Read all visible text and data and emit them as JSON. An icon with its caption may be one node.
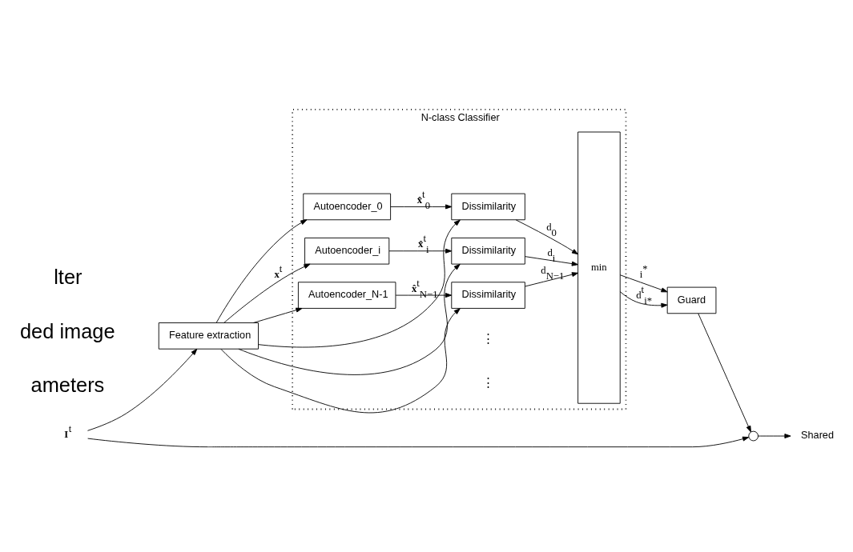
{
  "diagram": {
    "nodes": [
      {
        "text": [
          "N-class Classifier"
        ]
      },
      {
        "text": [
          "Autoencoder_0"
        ],
        "in": 0
      },
      {
        "text": [
          "Dissimilarity"
        ],
        "in": 0
      },
      {
        "text": [
          "Autoencoder_i"
        ],
        "in": 0
      },
      {
        "text": [
          "Dissimilarity"
        ],
        "in": 0
      },
      {
        "text": [
          "Autoencoder_N-1"
        ],
        "in": 0
      },
      {
        "text": [
          "Dissimilarity"
        ],
        "in": 0
      },
      {
        "text": [
          "min"
        ],
        "in": 0
      },
      {
        "text": [
          "Feature extraction"
        ]
      },
      {
        "text": [
          "Guard"
        ]
      },
      {
        "text": [
          "**I**$^{t}$"
        ]
      },
      {
        "text": [],
        "shape": "circle"
      },
      {
        "text": [
          "Shared"
        ]
      }
    ],
    "edges": [
      {
        "from": 10,
        "to": 8,
        "arrow": "to"
      },
      {
        "from": 10,
        "to": 11,
        "arrow": "to"
      },
      {
        "from": 8,
        "to": 1,
        "arrow": "to"
      },
      {
        "from": 8,
        "to": 2,
        "arrow": "to"
      },
      {
        "from": 8,
        "to": 3,
        "arrow": "to",
        "label": "**x**$^{t}$"
      },
      {
        "from": 8,
        "to": 4,
        "arrow": "to"
      },
      {
        "from": 8,
        "to": 5,
        "arrow": "to"
      },
      {
        "from": 8,
        "to": 6,
        "arrow": "to"
      },
      {
        "from": 1,
        "to": 2,
        "arrow": "to",
        "label": "**x̂**$^{t}$$_{0}$"
      },
      {
        "from": 3,
        "to": 4,
        "arrow": "to",
        "label": "**x̂**$^{t}$$_{i}$"
      },
      {
        "from": 5,
        "to": 6,
        "arrow": "to",
        "label": "**x̂**$^{t}$$_{N−1}$"
      },
      {
        "from": 2,
        "to": 7,
        "arrow": "to",
        "label": "d$_{0}$"
      },
      {
        "from": 4,
        "to": 7,
        "arrow": "to",
        "label": "d$_{i}$"
      },
      {
        "from": 6,
        "to": 7,
        "arrow": "to",
        "label": "d$_{N−1}$"
      },
      {
        "from": 7,
        "to": 9,
        "arrow": "to",
        "label": "i$^{*}$"
      },
      {
        "from": 7,
        "to": 9,
        "arrow": "to",
        "label": "d$^{t}$$_{i*}$"
      },
      {
        "from": 9,
        "to": 11,
        "arrow": "to"
      },
      {
        "from": 11,
        "to": 12,
        "arrow": "to"
      }
    ],
    "labels": [
      "ameters",
      "ded image",
      "lter",
      "⋮",
      "⋮"
    ]
  }
}
